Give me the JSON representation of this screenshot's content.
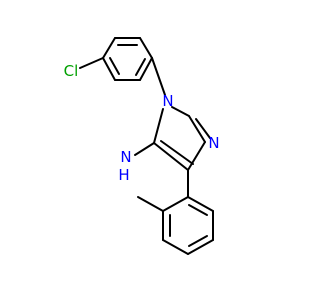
{
  "molecule": {
    "atom_labels": {
      "chlorine": "Cl",
      "n1": "N",
      "n2": "N",
      "amine_n": "N",
      "amine_h2": "H"
    },
    "colors": {
      "bond": "#000000",
      "chlorine": "#00a000",
      "nitrogen": "#0000ff"
    }
  }
}
